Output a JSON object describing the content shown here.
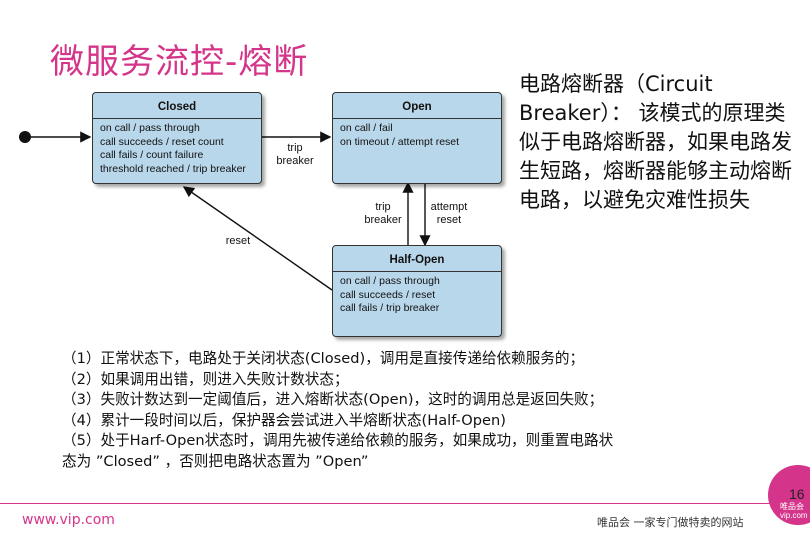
{
  "title": "微服务流控-熔断",
  "side_text": "电路熔断器（Circuit Breaker）： 该模式的原理类似于电路熔断器，如果电路发生短路，熔断器能够主动熔断电路，以避免灾难性损失",
  "diagram": {
    "states": {
      "closed": {
        "title": "Closed",
        "lines": [
          "on call / pass through",
          "call succeeds / reset count",
          "call fails / count failure",
          "threshold reached / trip breaker"
        ]
      },
      "open": {
        "title": "Open",
        "lines": [
          "on call / fail",
          "on timeout / attempt reset"
        ]
      },
      "half_open": {
        "title": "Half-Open",
        "lines": [
          "on call / pass through",
          "call succeeds / reset",
          "call fails / trip breaker"
        ]
      }
    },
    "edges": {
      "closed_to_open": "trip\nbreaker",
      "half_to_open": "trip\nbreaker",
      "open_to_half": "attempt\nreset",
      "half_to_closed": "reset"
    }
  },
  "notes": [
    "（1）正常状态下，电路处于关闭状态(Closed)，调用是直接传递给依赖服务的；",
    "（2）如果调用出错，则进入失败计数状态；",
    "（3）失败计数达到一定阈值后，进入熔断状态(Open)，这时的调用总是返回失败；",
    "（4）累计一段时间以后，保护器会尝试进入半熔断状态(Half-Open)",
    "（5）处于Harf-Open状态时，调用先被传递给依赖的服务，如果成功，则重置电路状",
    "态为 ”Closed” ，否则把电路状态置为 ”Open”"
  ],
  "footer": {
    "url": "www.vip.com",
    "slogan": "唯品会 一家专门做特卖的网站",
    "page_number": "16",
    "badge_brand": "唯品会",
    "badge_domain": "vip.com"
  },
  "colors": {
    "accent": "#d4358a",
    "state_fill": "#b9d7ea"
  }
}
